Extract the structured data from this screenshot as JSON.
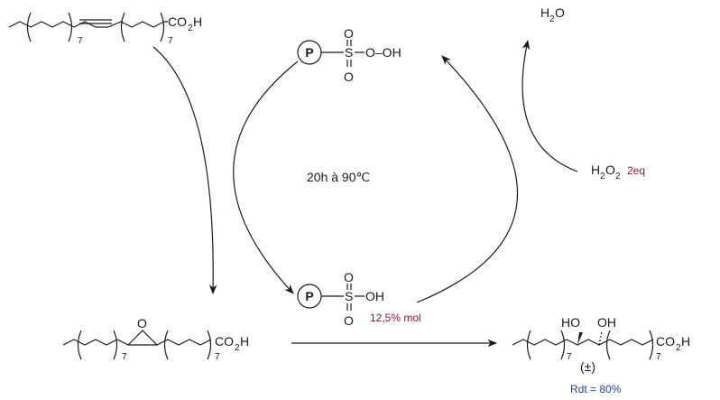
{
  "labels": {
    "n7": "7",
    "co2h_co": "CO",
    "co2h_2": "2",
    "co2h_h": "H",
    "water_h": "H",
    "water_2": "2",
    "water_o": "O",
    "h2o2_h": "H",
    "h2o2_2a": "2",
    "h2o2_o": "O",
    "h2o2_2b": "2",
    "h2o2_eq": "2eq",
    "polymer_p": "P",
    "sulfur": "S",
    "oxygen": "O",
    "peroxy_tail": "O–OH",
    "oh_tail": "OH",
    "conditions": "20h à 90℃",
    "catalyst_loading": "12,5% mol",
    "epoxide_o": "O",
    "diol_ho": "HO",
    "diol_oh": "OH",
    "racemic": "(±)",
    "yield": "Rdt = 80%"
  },
  "colors": {
    "ink": "#1a1a1a",
    "maroon": "#8b1a3c",
    "blue": "#2b3f9a"
  }
}
